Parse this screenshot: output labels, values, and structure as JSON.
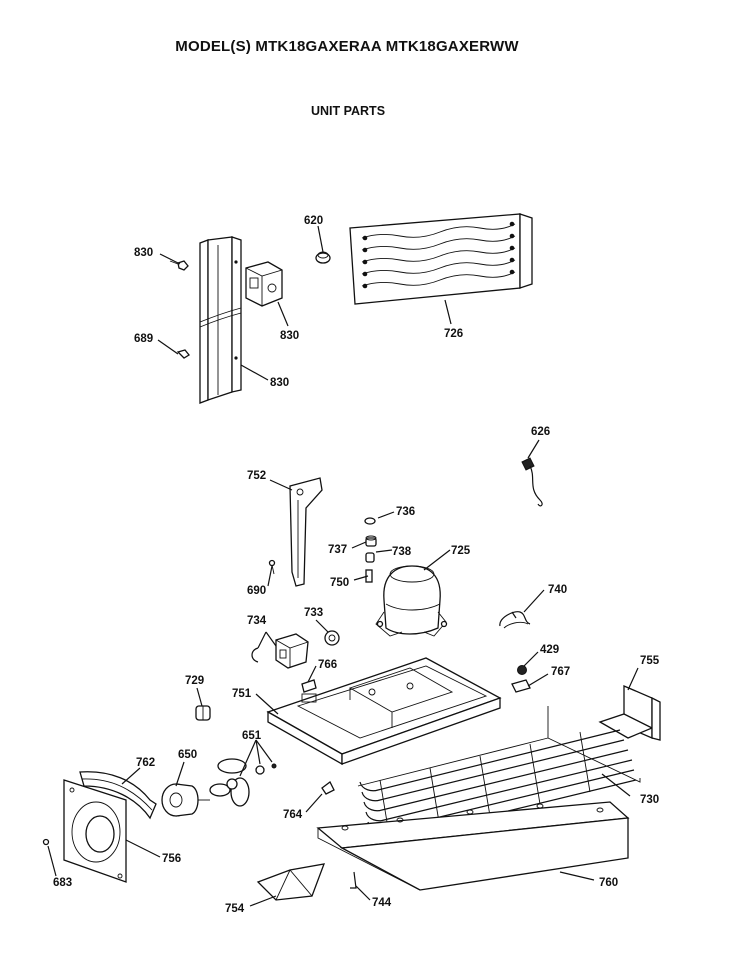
{
  "header": {
    "title": "MODEL(S) MTK18GAXERAA  MTK18GAXERWW",
    "subtitle": "UNIT PARTS"
  },
  "callouts": [
    {
      "id": "c830a",
      "text": "830"
    },
    {
      "id": "c620",
      "text": "620"
    },
    {
      "id": "c689",
      "text": "689"
    },
    {
      "id": "c830b",
      "text": "830"
    },
    {
      "id": "c726",
      "text": "726"
    },
    {
      "id": "c830c",
      "text": "830"
    },
    {
      "id": "c626",
      "text": "626"
    },
    {
      "id": "c752",
      "text": "752"
    },
    {
      "id": "c736",
      "text": "736"
    },
    {
      "id": "c737",
      "text": "737"
    },
    {
      "id": "c738",
      "text": "738"
    },
    {
      "id": "c725",
      "text": "725"
    },
    {
      "id": "c690",
      "text": "690"
    },
    {
      "id": "c750",
      "text": "750"
    },
    {
      "id": "c740",
      "text": "740"
    },
    {
      "id": "c734",
      "text": "734"
    },
    {
      "id": "c733",
      "text": "733"
    },
    {
      "id": "c429",
      "text": "429"
    },
    {
      "id": "c766",
      "text": "766"
    },
    {
      "id": "c767",
      "text": "767"
    },
    {
      "id": "c755",
      "text": "755"
    },
    {
      "id": "c729",
      "text": "729"
    },
    {
      "id": "c751",
      "text": "751"
    },
    {
      "id": "c651",
      "text": "651"
    },
    {
      "id": "c650",
      "text": "650"
    },
    {
      "id": "c762",
      "text": "762"
    },
    {
      "id": "c730",
      "text": "730"
    },
    {
      "id": "c764",
      "text": "764"
    },
    {
      "id": "c756",
      "text": "756"
    },
    {
      "id": "c683",
      "text": "683"
    },
    {
      "id": "c760",
      "text": "760"
    },
    {
      "id": "c754",
      "text": "754"
    },
    {
      "id": "c744",
      "text": "744"
    }
  ]
}
